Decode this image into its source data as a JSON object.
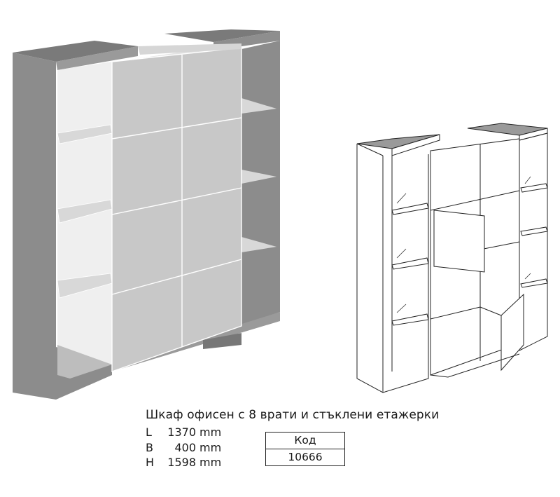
{
  "product": {
    "title": "Шкаф офисен с 8 врати и стъклени етажерки",
    "dimensions": [
      {
        "label": "L",
        "value": "1370",
        "unit": "mm"
      },
      {
        "label": "B",
        "value": "400",
        "unit": "mm"
      },
      {
        "label": "H",
        "value": "1598",
        "unit": "mm"
      }
    ],
    "code_label": "Код",
    "code_value": "10666"
  },
  "colors": {
    "carcass": "#8c8c8c",
    "carcass_top": "#7a7a7a",
    "doors": "#c8c8c8",
    "glass": "#dcdcdc",
    "outline": "#222222"
  },
  "icons": [
    "cabinet-shaded-drawing",
    "cabinet-line-drawing"
  ]
}
